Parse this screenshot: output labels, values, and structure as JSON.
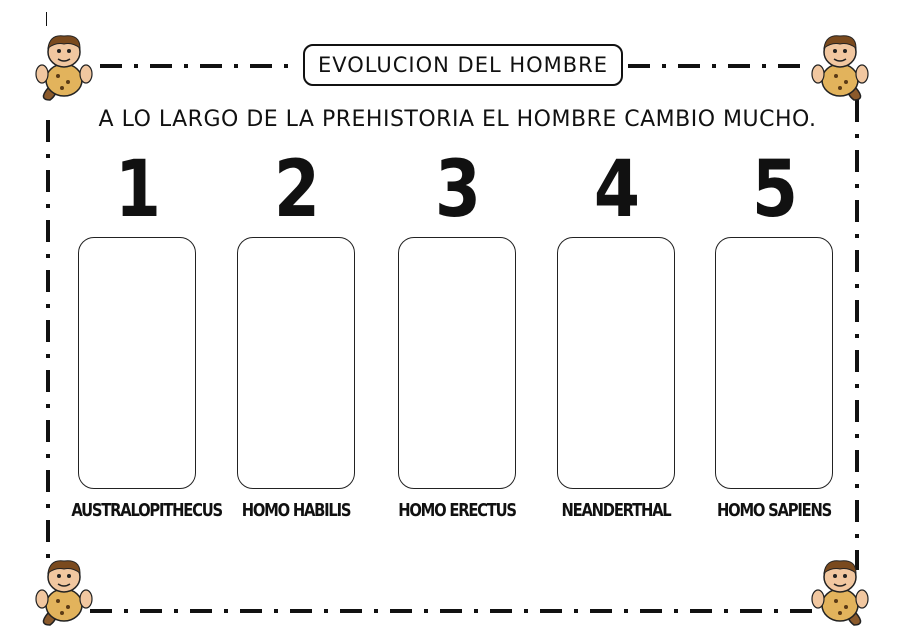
{
  "title": "EVOLUCION DEL HOMBRE",
  "subtitle": "A LO LARGO DE LA PREHISTORIA EL HOMBRE CAMBIO MUCHO.",
  "stages": [
    {
      "number": "1",
      "label": "AUSTRALOPITHECUS"
    },
    {
      "number": "2",
      "label": "HOMO HABILIS"
    },
    {
      "number": "3",
      "label": "HOMO ERECTUS"
    },
    {
      "number": "4",
      "label": "NEANDERTHAL"
    },
    {
      "number": "5",
      "label": "HOMO SAPIENS"
    }
  ],
  "icons": [
    "caveman-icon"
  ]
}
